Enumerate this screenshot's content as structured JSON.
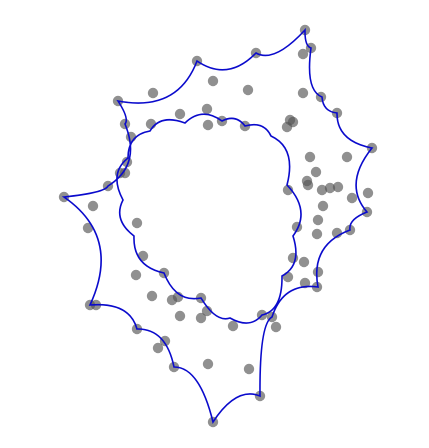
{
  "figure": {
    "point_color": "#555555",
    "point_opacity": 0.65,
    "curve_color": "#0a0acc"
  },
  "chart_data": {
    "type": "scatter",
    "title": "",
    "xlabel": "",
    "ylabel": "",
    "axes_visible": false,
    "grid": false,
    "legend": "none",
    "points": [
      [
        305,
        30
      ],
      [
        311,
        48
      ],
      [
        303,
        54
      ],
      [
        256,
        53
      ],
      [
        197,
        61
      ],
      [
        213,
        81
      ],
      [
        248,
        90
      ],
      [
        153,
        93
      ],
      [
        118,
        101
      ],
      [
        303,
        93
      ],
      [
        321,
        97
      ],
      [
        337,
        113
      ],
      [
        290,
        120
      ],
      [
        287,
        127
      ],
      [
        293,
        122
      ],
      [
        207,
        109
      ],
      [
        180,
        114
      ],
      [
        222,
        121
      ],
      [
        245,
        126
      ],
      [
        208,
        125
      ],
      [
        151,
        124
      ],
      [
        125,
        124
      ],
      [
        131,
        137
      ],
      [
        372,
        148
      ],
      [
        347,
        157
      ],
      [
        310,
        157
      ],
      [
        127,
        162
      ],
      [
        120,
        173
      ],
      [
        125,
        173
      ],
      [
        108,
        186
      ],
      [
        307,
        181
      ],
      [
        322,
        190
      ],
      [
        316,
        172
      ],
      [
        330,
        188
      ],
      [
        338,
        187
      ],
      [
        308,
        185
      ],
      [
        352,
        198
      ],
      [
        368,
        193
      ],
      [
        367,
        212
      ],
      [
        323,
        206
      ],
      [
        318,
        220
      ],
      [
        288,
        190
      ],
      [
        64,
        197
      ],
      [
        93,
        206
      ],
      [
        297,
        227
      ],
      [
        350,
        230
      ],
      [
        337,
        233
      ],
      [
        317,
        234
      ],
      [
        88,
        228
      ],
      [
        137,
        223
      ],
      [
        143,
        256
      ],
      [
        293,
        258
      ],
      [
        304,
        262
      ],
      [
        136,
        275
      ],
      [
        164,
        273
      ],
      [
        318,
        272
      ],
      [
        288,
        277
      ],
      [
        305,
        283
      ],
      [
        317,
        287
      ],
      [
        152,
        296
      ],
      [
        172,
        300
      ],
      [
        201,
        298
      ],
      [
        178,
        297
      ],
      [
        207,
        311
      ],
      [
        201,
        318
      ],
      [
        180,
        316
      ],
      [
        90,
        305
      ],
      [
        96,
        305
      ],
      [
        262,
        315
      ],
      [
        272,
        317
      ],
      [
        276,
        327
      ],
      [
        233,
        326
      ],
      [
        137,
        329
      ],
      [
        165,
        341
      ],
      [
        158,
        348
      ],
      [
        174,
        367
      ],
      [
        208,
        364
      ],
      [
        249,
        369
      ],
      [
        260,
        396
      ],
      [
        213,
        422
      ]
    ],
    "outer_boundary_vertices": [
      [
        305,
        30
      ],
      [
        311,
        48
      ],
      [
        322,
        97
      ],
      [
        337,
        113
      ],
      [
        372,
        148
      ],
      [
        367,
        212
      ],
      [
        350,
        230
      ],
      [
        318,
        287
      ],
      [
        272,
        317
      ],
      [
        260,
        396
      ],
      [
        213,
        422
      ],
      [
        174,
        367
      ],
      [
        137,
        329
      ],
      [
        90,
        305
      ],
      [
        64,
        197
      ],
      [
        108,
        186
      ],
      [
        125,
        124
      ],
      [
        118,
        101
      ],
      [
        197,
        61
      ],
      [
        256,
        53
      ]
    ],
    "inner_boundary_vertices": [
      [
        201,
        298
      ],
      [
        230,
        318
      ],
      [
        262,
        315
      ],
      [
        282,
        276
      ],
      [
        293,
        236
      ],
      [
        287,
        185
      ],
      [
        271,
        136
      ],
      [
        245,
        126
      ],
      [
        222,
        121
      ],
      [
        185,
        123
      ],
      [
        150,
        131
      ],
      [
        128,
        158
      ],
      [
        123,
        200
      ],
      [
        134,
        236
      ],
      [
        164,
        273
      ]
    ]
  }
}
